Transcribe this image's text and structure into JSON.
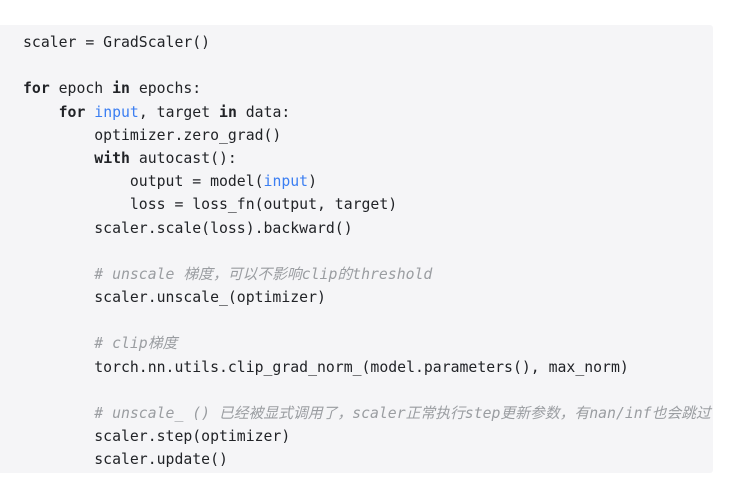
{
  "page": {
    "background_color": "#ffffff"
  },
  "code_block": {
    "language": "python",
    "background_color": "#f5f5f7",
    "plain_color": "#212327",
    "keyword_color": "#212327",
    "builtin_color": "#3b7ef2",
    "comment_color": "#9a9da1",
    "lines": [
      {
        "tokens": [
          {
            "text": "scaler = GradScaler()",
            "type": "plain"
          }
        ]
      },
      {
        "tokens": []
      },
      {
        "tokens": [
          {
            "text": "for",
            "type": "keyword"
          },
          {
            "text": " epoch ",
            "type": "plain"
          },
          {
            "text": "in",
            "type": "keyword"
          },
          {
            "text": " epochs:",
            "type": "plain"
          }
        ]
      },
      {
        "tokens": [
          {
            "text": "    ",
            "type": "plain"
          },
          {
            "text": "for",
            "type": "keyword"
          },
          {
            "text": " ",
            "type": "plain"
          },
          {
            "text": "input",
            "type": "builtin"
          },
          {
            "text": ", target ",
            "type": "plain"
          },
          {
            "text": "in",
            "type": "keyword"
          },
          {
            "text": " data:",
            "type": "plain"
          }
        ]
      },
      {
        "tokens": [
          {
            "text": "        optimizer.zero_grad()",
            "type": "plain"
          }
        ]
      },
      {
        "tokens": [
          {
            "text": "        ",
            "type": "plain"
          },
          {
            "text": "with",
            "type": "keyword"
          },
          {
            "text": " autocast():",
            "type": "plain"
          }
        ]
      },
      {
        "tokens": [
          {
            "text": "            output = model(",
            "type": "plain"
          },
          {
            "text": "input",
            "type": "builtin"
          },
          {
            "text": ")",
            "type": "plain"
          }
        ]
      },
      {
        "tokens": [
          {
            "text": "            loss = loss_fn(output, target)",
            "type": "plain"
          }
        ]
      },
      {
        "tokens": [
          {
            "text": "        scaler.scale(loss).backward()",
            "type": "plain"
          }
        ]
      },
      {
        "tokens": []
      },
      {
        "tokens": [
          {
            "text": "        # unscale 梯度，可以不影响clip的threshold",
            "type": "comment"
          }
        ]
      },
      {
        "tokens": [
          {
            "text": "        scaler.unscale_(optimizer)",
            "type": "plain"
          }
        ]
      },
      {
        "tokens": []
      },
      {
        "tokens": [
          {
            "text": "        # clip梯度",
            "type": "comment"
          }
        ]
      },
      {
        "tokens": [
          {
            "text": "        torch.nn.utils.clip_grad_norm_(model.parameters(), max_norm)",
            "type": "plain"
          }
        ]
      },
      {
        "tokens": []
      },
      {
        "tokens": [
          {
            "text": "        # unscale_ () 已经被显式调用了，scaler正常执行step更新参数，有nan/inf也会跳过",
            "type": "comment"
          }
        ]
      },
      {
        "tokens": [
          {
            "text": "        scaler.step(optimizer)",
            "type": "plain"
          }
        ]
      },
      {
        "tokens": [
          {
            "text": "        scaler.update()",
            "type": "plain"
          }
        ]
      }
    ]
  }
}
